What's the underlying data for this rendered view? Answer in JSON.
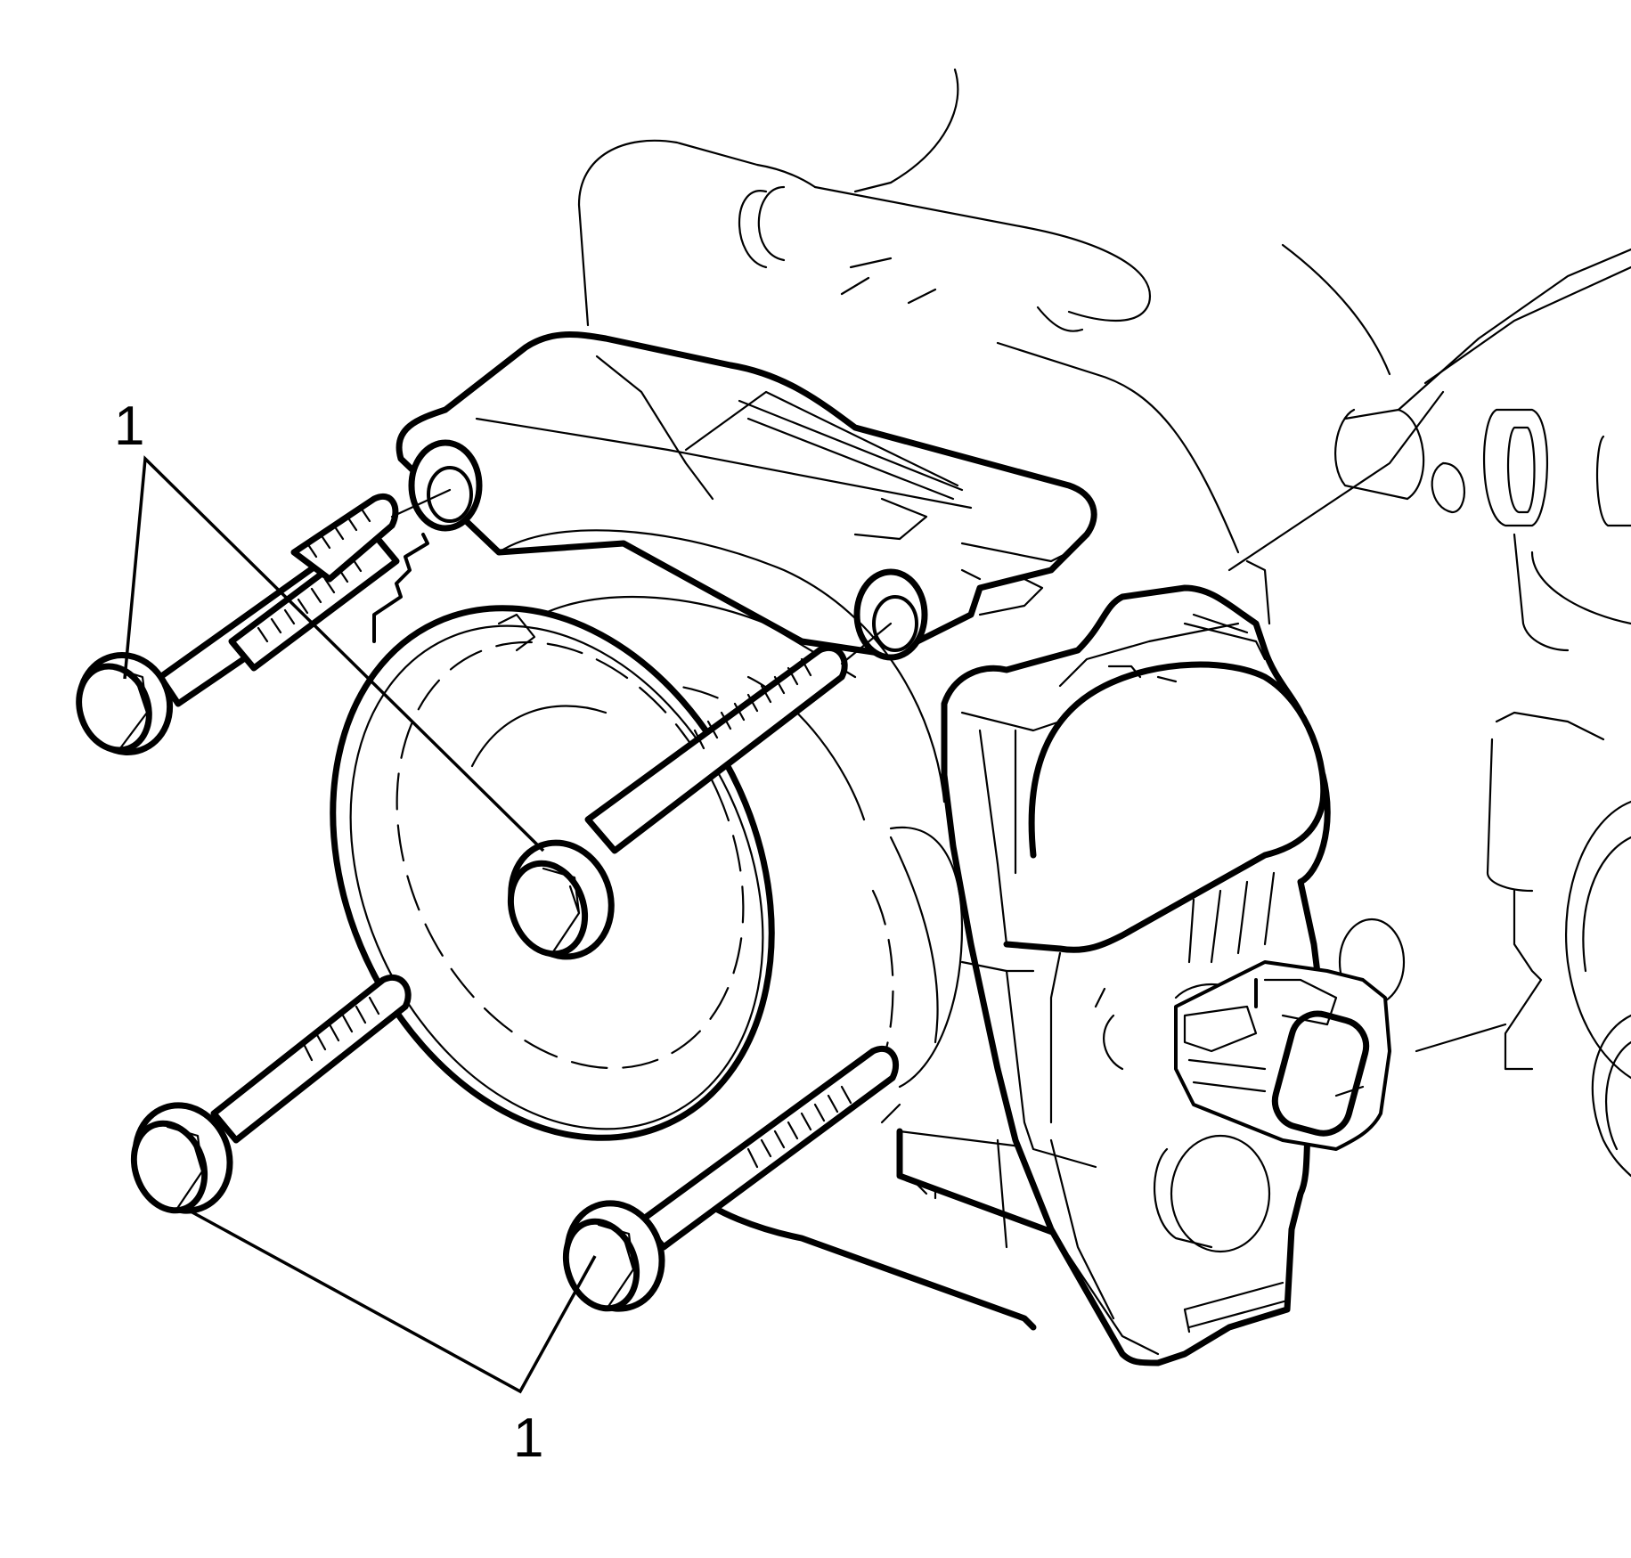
{
  "figure": {
    "subject": "Throttle body assembly with mounting bolts",
    "background_color": "#ffffff",
    "line_color": "#000000"
  },
  "callouts": [
    {
      "id": "callout-top",
      "label": "1",
      "points_to": "upper bolts (2)"
    },
    {
      "id": "callout-bottom",
      "label": "1",
      "points_to": "lower bolts (2)"
    }
  ],
  "components": [
    {
      "name": "throttle-body",
      "icon": "throttle-body-drawing"
    },
    {
      "name": "throttle-position-actuator-housing",
      "icon": "actuator-housing-drawing"
    },
    {
      "name": "electrical-connector",
      "icon": "connector-drawing"
    },
    {
      "name": "intake-manifold",
      "icon": "intake-manifold-drawing"
    },
    {
      "name": "bolt",
      "count": 4,
      "icon": "flange-bolt-drawing"
    }
  ]
}
